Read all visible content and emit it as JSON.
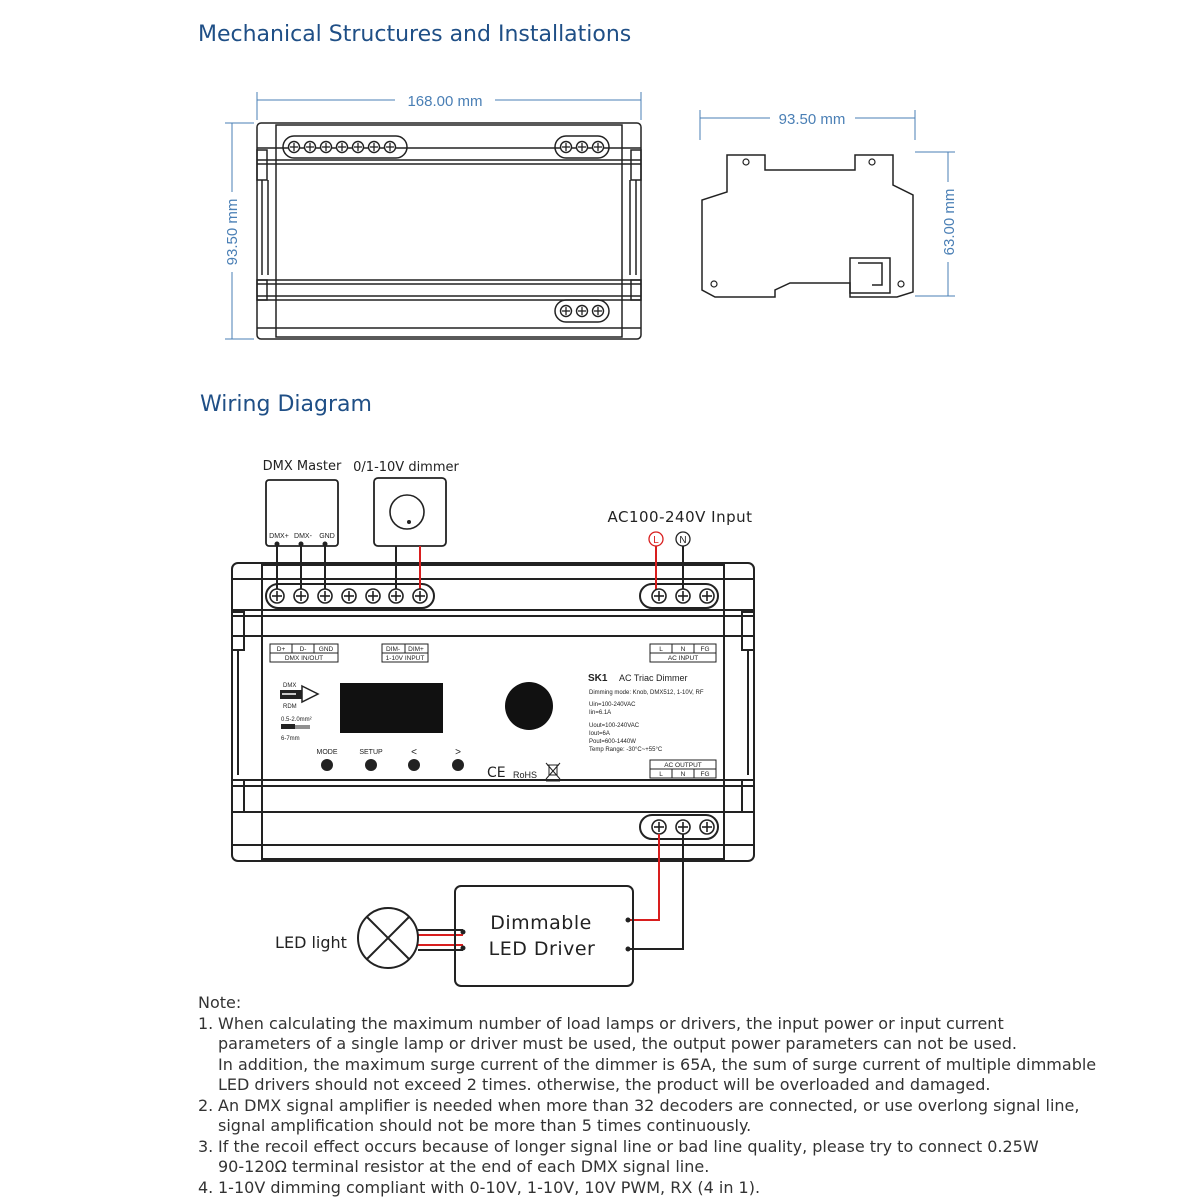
{
  "headings": {
    "mechanical": "Mechanical Structures and Installations",
    "wiring": "Wiring Diagram"
  },
  "dimensions": {
    "front_width": "168.00 mm",
    "front_height": "93.50 mm",
    "side_width": "93.50 mm",
    "side_height": "63.00 mm"
  },
  "wiring": {
    "dmx_master": "DMX Master",
    "dimmer_0_10": "0/1-10V dimmer",
    "ac_input_label": "AC100-240V Input",
    "dmx_pins": [
      "DMX+",
      "DMX-",
      "GND"
    ],
    "l_symbol": "L",
    "n_symbol": "N",
    "led_light": "LED light",
    "driver_line1": "Dimmable",
    "driver_line2": "LED Driver"
  },
  "device": {
    "dmx_terminal_pins": [
      "D+",
      "D-",
      "GND"
    ],
    "dmx_terminal_caption": "DMX IN/OUT",
    "dim_terminal_pins": [
      "DIM-",
      "DIM+"
    ],
    "dim_terminal_caption": "1-10V INPUT",
    "ac_in_pins": [
      "L",
      "N",
      "FG"
    ],
    "ac_in_caption": "AC INPUT",
    "ac_out_caption": "AC OUTPUT",
    "ac_out_pins": [
      "L",
      "N",
      "FG"
    ],
    "dmx_rdm_top": "DMX",
    "dmx_rdm_bottom": "RDM",
    "wire_gauge": "0.5-2.0mm²",
    "strip_length": "6-7mm",
    "buttons": [
      "MODE",
      "SETUP",
      "<",
      ">"
    ],
    "model": "SK1",
    "model_desc": "AC Triac Dimmer",
    "spec_lines": [
      "Dimming mode: Knob, DMX512, 1-10V, RF",
      "Uin=100-240VAC",
      "Iin=6.1A",
      "Uout=100-240VAC",
      "Iout=6A",
      "Pout=600-1440W",
      "Temp Range: -30°C~+55°C"
    ],
    "ce_mark": "CE",
    "rohs_mark": "RoHS"
  },
  "notes": {
    "title": "Note:",
    "items": [
      {
        "num": "1.",
        "lines": [
          "When calculating the maximum number of load lamps or drivers, the input power or input current",
          "parameters of a single lamp or driver must be used, the output power parameters can not be used.",
          "In addition, the maximum surge current of the dimmer is 65A, the sum of surge current of multiple dimmable",
          "LED drivers should not exceed 2 times. otherwise, the product will be overloaded and damaged."
        ]
      },
      {
        "num": "2.",
        "lines": [
          "An DMX signal amplifier is needed when more than 32 decoders are connected, or use overlong signal line,",
          "signal amplification should not be more than 5 times continuously."
        ]
      },
      {
        "num": "3.",
        "lines": [
          "If the recoil effect occurs because of longer signal line or bad line quality, please try to connect 0.25W",
          "90-120Ω terminal resistor at the end of each DMX signal line."
        ]
      },
      {
        "num": "4.",
        "lines": [
          "1-10V dimming compliant with 0-10V, 1-10V, 10V PWM, RX (4 in 1)."
        ]
      }
    ]
  },
  "colors": {
    "heading": "#1f4f86",
    "dimension": "#4a7fb5",
    "wire_red": "#d81e1e",
    "outline": "#222222"
  }
}
